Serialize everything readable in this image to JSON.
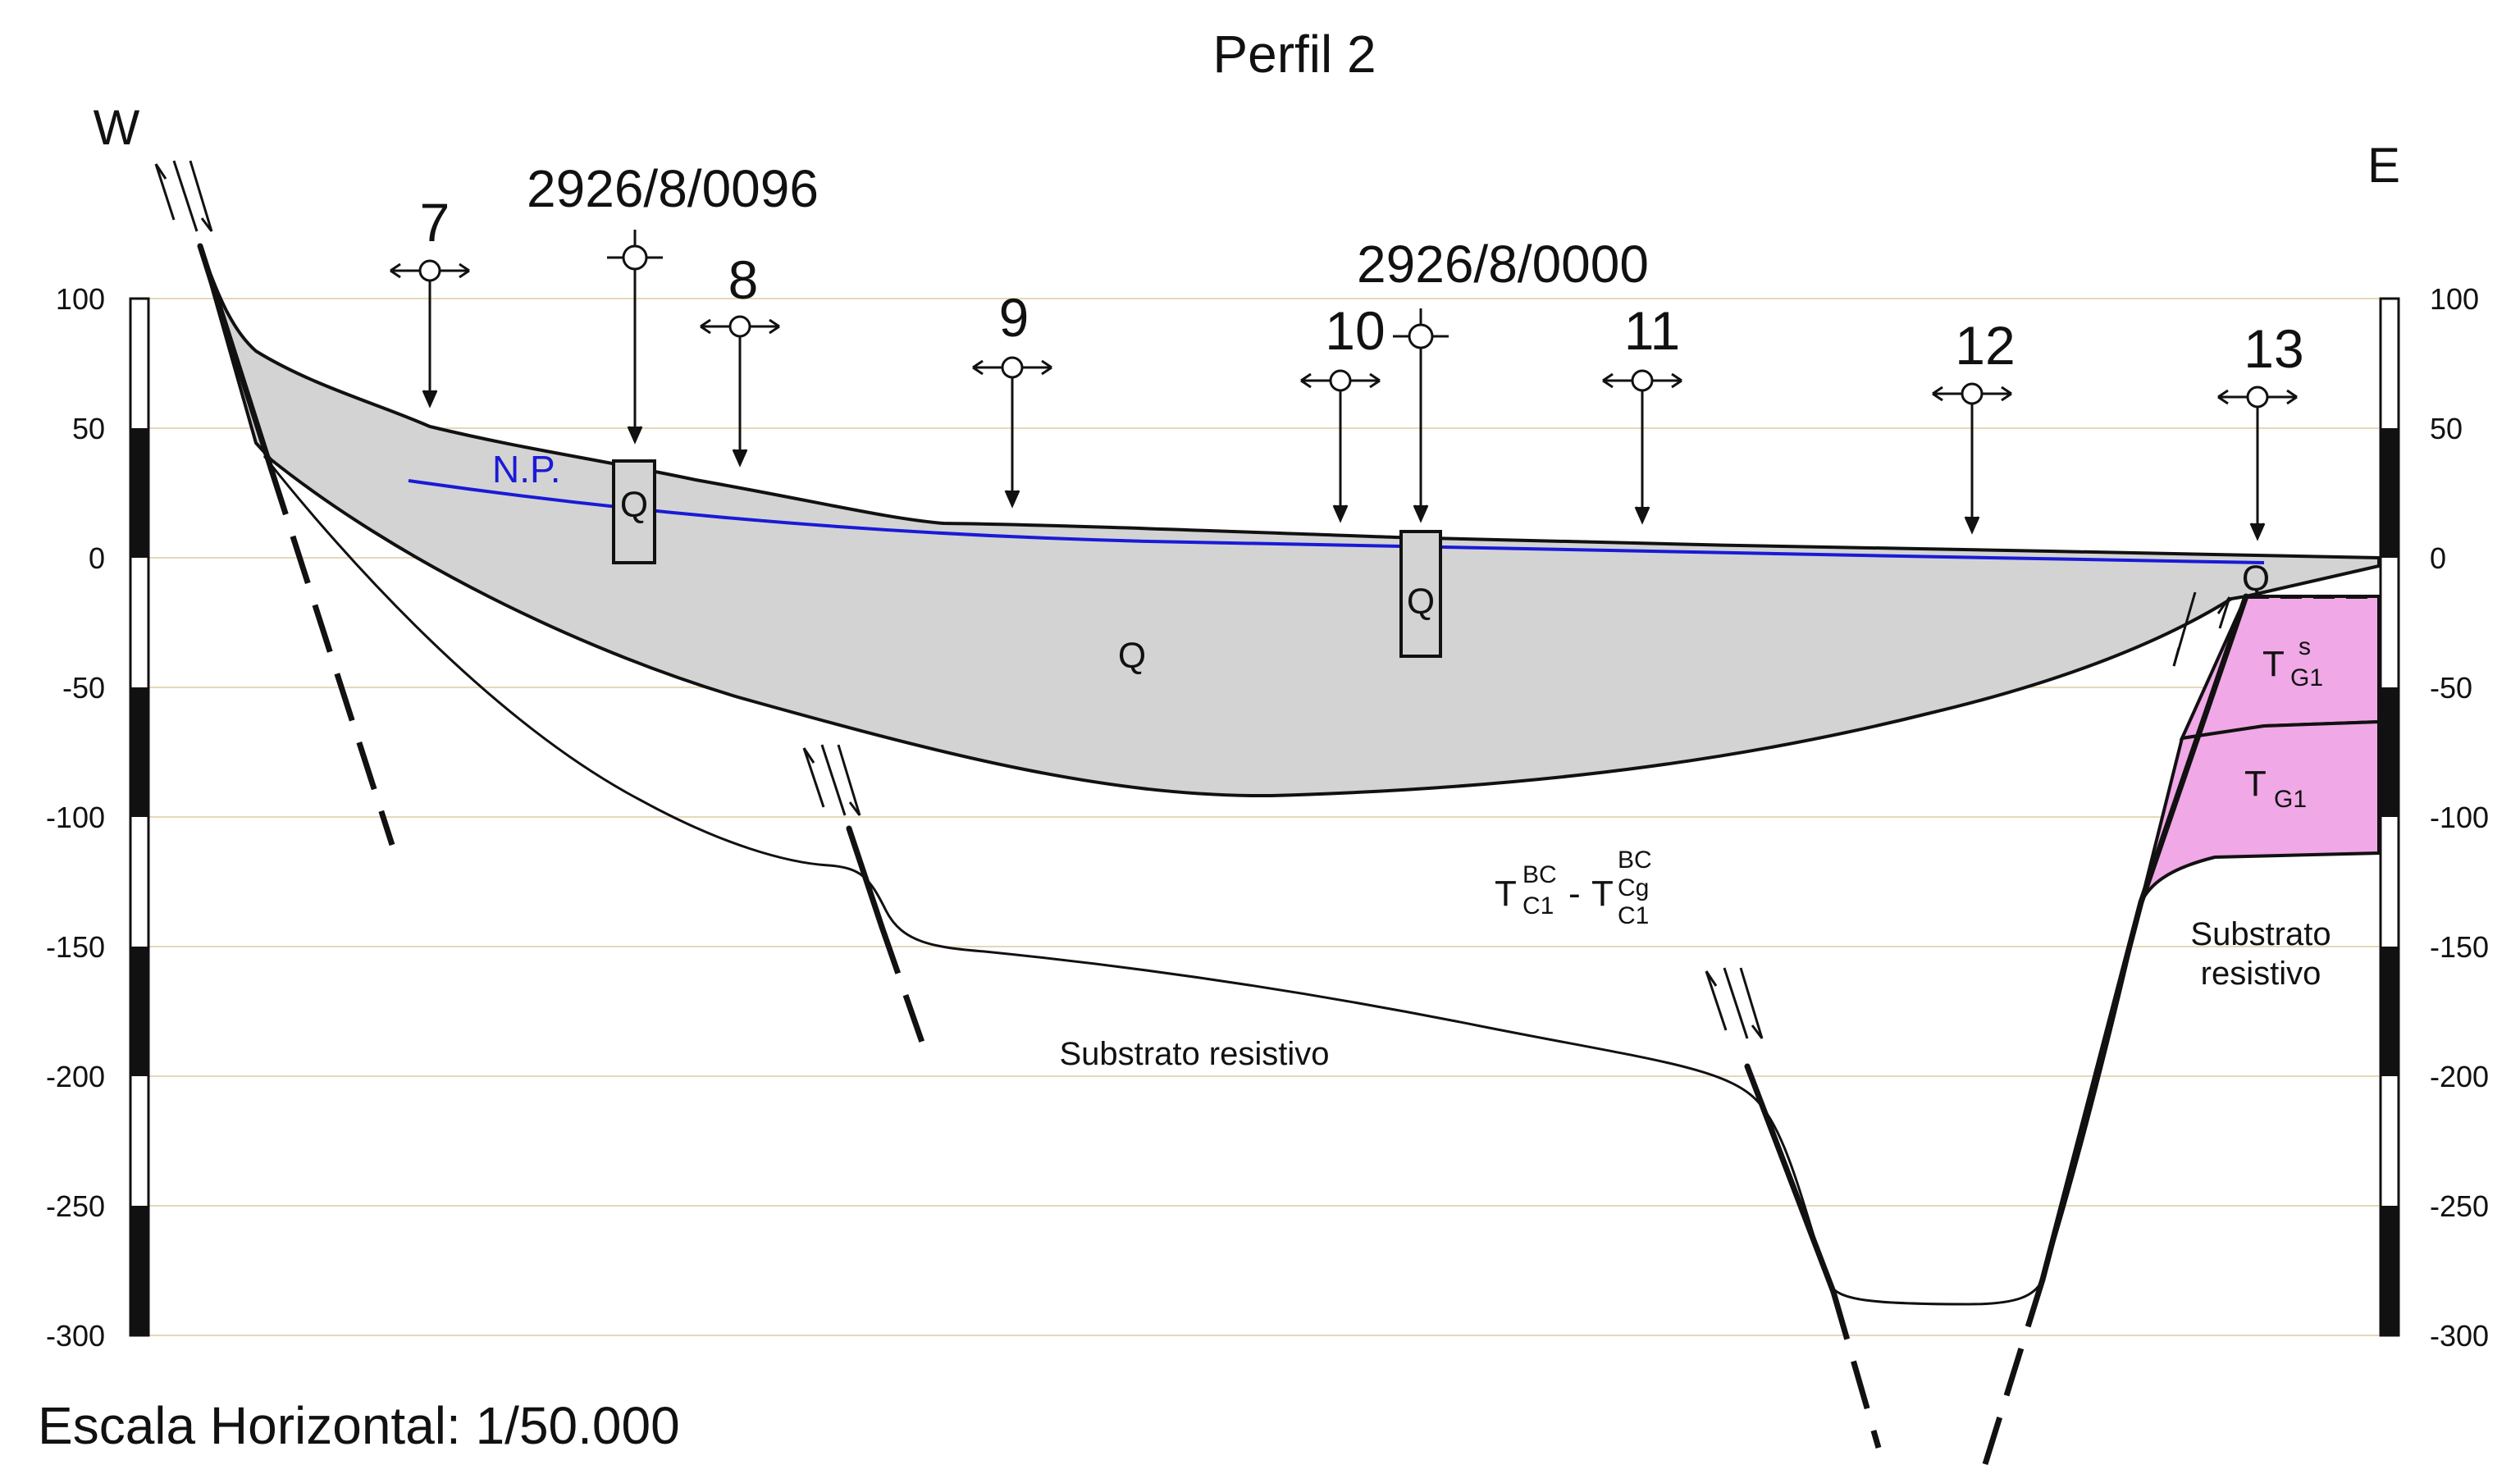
{
  "title": "Perfil 2",
  "directions": {
    "west": "W",
    "east": "E"
  },
  "axis_ticks": [
    "100",
    "50",
    "0",
    "-50",
    "-100",
    "-150",
    "-200",
    "-250",
    "-300"
  ],
  "stations": [
    "7",
    "8",
    "9",
    "10",
    "11",
    "12",
    "13"
  ],
  "wells": [
    "2926/8/0096",
    "2926/8/0000"
  ],
  "water_level_label": "N.P.",
  "units": {
    "quaternary": "Q",
    "tg1s_base": "T",
    "tg1s_sup": "s",
    "tg1s_sub": "G1",
    "tg1_base": "T",
    "tg1_sub": "G1",
    "tbc_base_1": "T",
    "tbc_sup_1": "BC",
    "tbc_sub_1": "C1",
    "tbc_sep": "-",
    "tbc_base_2": "T",
    "tbc_sup_2": "BC",
    "tbc_mid_2": "Cg",
    "tbc_sub_2": "C1",
    "substrate_center": "Substrato resistivo",
    "substrate_east_1": "Substrato",
    "substrate_east_2": "resistivo"
  },
  "scale_label": "Escala Horizontal: 1/50.000",
  "colors": {
    "quaternary_fill": "#d3d3d3",
    "tertiary_fill": "#f0a8e6",
    "water_table": "#1a1ad6",
    "gridline": "#e6d8b8",
    "ink": "#111111"
  }
}
